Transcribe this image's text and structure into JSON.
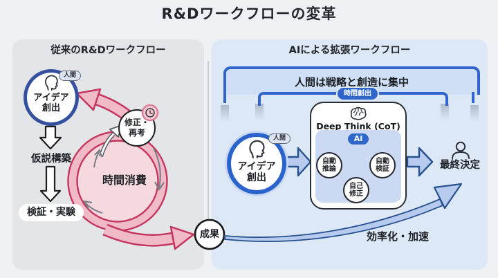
{
  "page_title": "R&Dワークフローの変革",
  "left_panel": {
    "title": "従来のR&Dワークフロー",
    "human_badge": "人間",
    "idea": {
      "lines": [
        "アイデア",
        "創出"
      ]
    },
    "hypothesis": "仮説構築",
    "experiment": "検証・実験",
    "loop_label": "時間消費",
    "rework": {
      "lines": [
        "修正・",
        "再考"
      ]
    },
    "result": "成果"
  },
  "right_panel": {
    "title": "AIによる拡張ワークフロー",
    "banner": "人間は戦略と創造に集中",
    "time_badge": "時間創出",
    "human_badge": "人間",
    "idea": {
      "lines": [
        "アイデア",
        "創出"
      ]
    },
    "deep_think_title": "Deep Think (CoT)",
    "ai_badge": "AI",
    "cycle": {
      "reasoning": {
        "lines": [
          "自動",
          "推論"
        ]
      },
      "verification": {
        "lines": [
          "自動",
          "検証"
        ]
      },
      "self_correction": {
        "lines": [
          "自己",
          "修正"
        ]
      }
    },
    "final_decision": "最終決定",
    "speedup_label": "効率化・加速"
  },
  "colors": {
    "page_bg": "#eef0f4",
    "left_panel_bg": "#e4e5e8",
    "right_panel_bg": "#dde8f7",
    "blue_accent": "#2b63cc",
    "blue_arrow_outline": "#27508f",
    "blue_arrow_fill": "#b7cbef",
    "band_fill": "#cfdff5",
    "badge_blue": "#2f66cc",
    "pink_arrow_fill": "#f1bac7",
    "pink_loop_fill": "#f6d9df",
    "crimson_outline": "#c43560"
  }
}
